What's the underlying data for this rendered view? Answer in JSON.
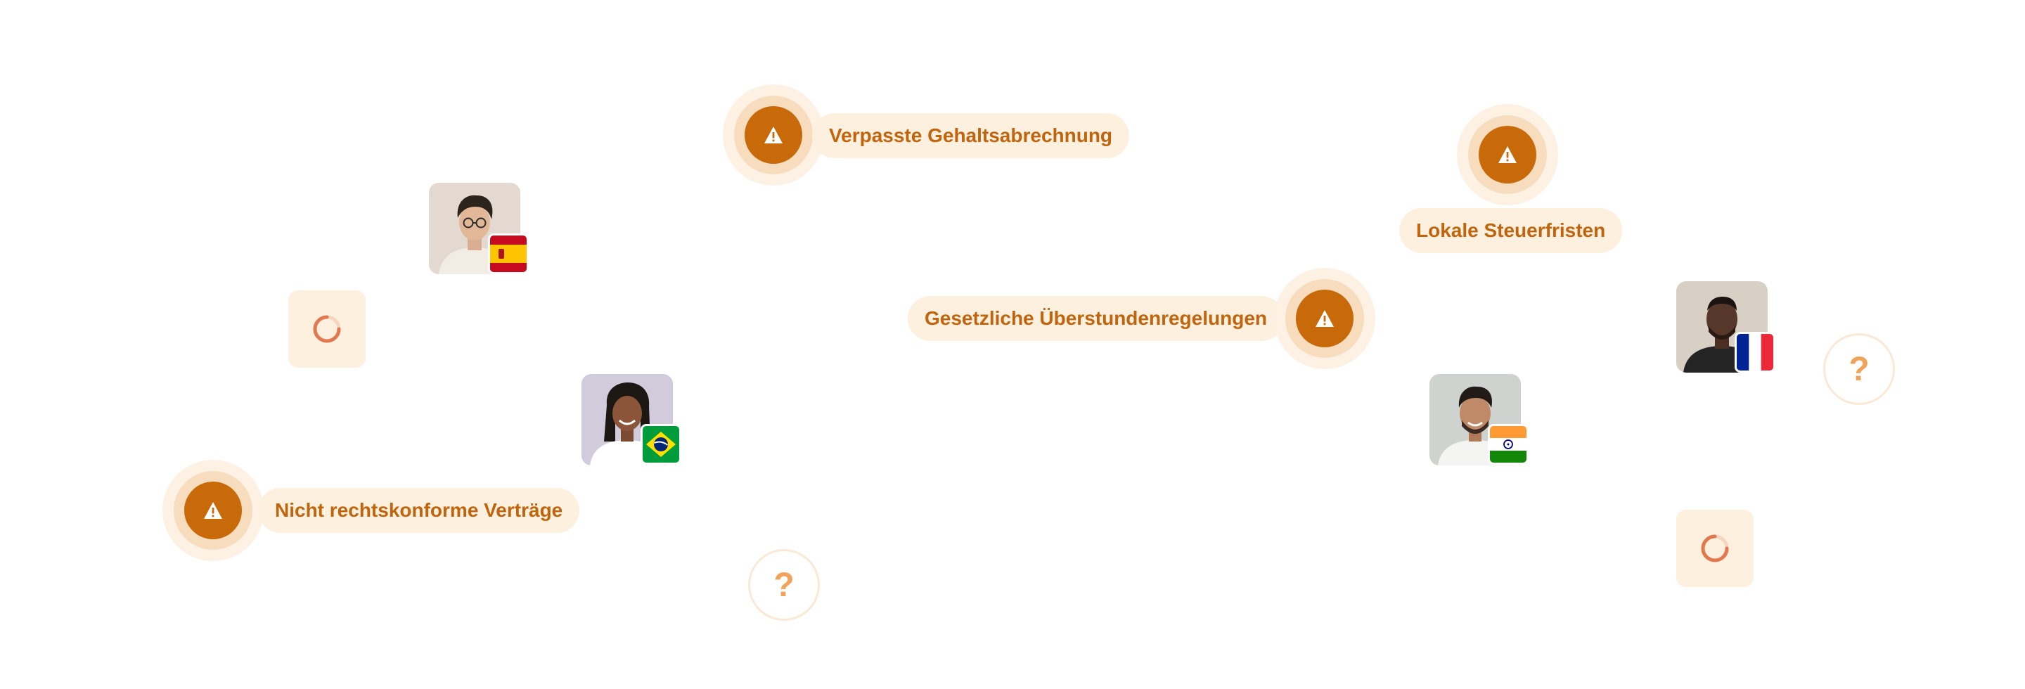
{
  "colors": {
    "accent": "#c8690a",
    "accent_text": "#c0650e",
    "pill_background": "#fdf0df",
    "halo_outer": "#fdf1e4",
    "halo_inner": "#f7dcbd",
    "question_mark": "#f0a35a"
  },
  "alerts": [
    {
      "icon": "warning-triangle-icon",
      "label": "Verpasste Gehaltsabrechnung"
    },
    {
      "icon": "warning-triangle-icon",
      "label": "Lokale Steuerfristen"
    },
    {
      "icon": "warning-triangle-icon",
      "label": "Gesetzliche Überstundenregelungen"
    },
    {
      "icon": "warning-triangle-icon",
      "label": "Nicht rechtskonforme Verträge"
    }
  ],
  "people": [
    {
      "flag": "spain-flag-icon"
    },
    {
      "flag": "brazil-flag-icon"
    },
    {
      "flag": "india-flag-icon"
    },
    {
      "flag": "france-flag-icon"
    }
  ],
  "question_bubbles": [
    {
      "text": "?"
    },
    {
      "text": "?"
    }
  ],
  "loaders": [
    {
      "icon": "loading-spinner-icon"
    },
    {
      "icon": "loading-spinner-icon"
    }
  ]
}
